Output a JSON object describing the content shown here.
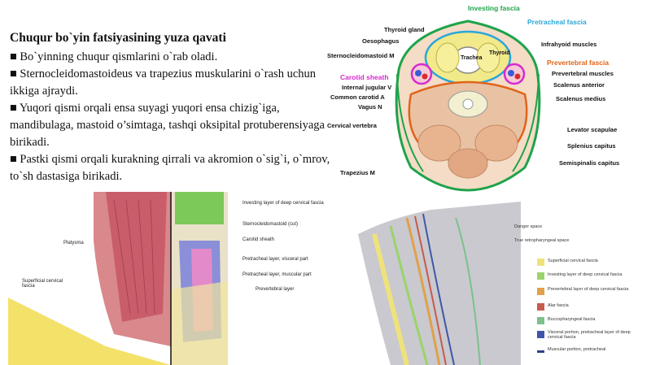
{
  "text": {
    "title": "Chuqur bo`yin fatsiyasining yuza qavati",
    "bullets": [
      "■ Bo`yinning chuqur qismlarini o`rab oladi.",
      "■ Sternocleidomastoideus va trapezius muskularini o`rash uchun ikkiga ajraydi.",
      "■ Yuqori qismi orqali ensa suyagi yuqori ensa chizig`iga, mandibulaga, mastoid o’simtaga, tashqi oksipital protuberensiyaga birikadi.",
      "■ Pastki qismi orqali kurakning qirrali va akromion o`sig`i, o`mrov, to`sh dastasiga birikadi."
    ]
  },
  "cross_section": {
    "top_labels": {
      "investing": "Investing fascia",
      "pretracheal": "Pretracheal fascia"
    },
    "left_labels": {
      "thyroid": "Thyroid gland",
      "oesophagus": "Oesophagus",
      "scm": "Sternocleidomastoid M",
      "carotid_sheath": "Carotid sheath",
      "ijv": "Internal jugular V",
      "cca": "Common carotid A",
      "vagus": "Vagus N",
      "vertebra": "Cervical vertebra",
      "trapezius": "Trapezius M"
    },
    "inner_labels": {
      "trachea": "Trachea",
      "thyroid_inner": "Thyroid"
    },
    "right_labels": {
      "infrahyoid": "Infrahyoid muscles",
      "prevertebral_fascia": "Prevertebral fascia",
      "prevertebral_muscles": "Prevertebral muscles",
      "scalenus_anterior": "Scalenus anterior",
      "scalenus_medius": "Scalenus medius",
      "levator": "Levator scapulae",
      "splenius": "Splenius capitus",
      "semispinalis": "Semispinalis capitus"
    },
    "colors": {
      "investing": "#1fa34a",
      "pretracheal": "#2aa6d9",
      "prevertebral": "#e0641b",
      "carotid": "#d62ad0"
    }
  },
  "anterior_view": {
    "labels": {
      "platysma": "Platysma",
      "superficial": "Superficial cervical fascia",
      "investing_deep": "Investing layer of deep cervical fascia",
      "scm_cut": "Sternocleidomastoid (cut)",
      "carotid_sheath": "Carotid sheath",
      "pretracheal_visceral": "Pretracheal layer, visceral part",
      "pretracheal_muscular": "Pretracheal layer, muscular part",
      "prevertebral": "Prevertebral layer"
    }
  },
  "sagittal_view": {
    "labels": {
      "danger": "Danger space",
      "retro": "True retropharyngeal space"
    },
    "legend": [
      {
        "label": "Superficial cervical fascia",
        "color": "#efe27a"
      },
      {
        "label": "Investing layer of deep cervical fascia",
        "color": "#9bd36a"
      },
      {
        "label": "Prevertebral layer of deep cervical fascia",
        "color": "#e1a04a"
      },
      {
        "label": "Alar fascia",
        "color": "#c75b4c"
      },
      {
        "label": "Buccopharyngeal fascia",
        "color": "#7cc28a"
      },
      {
        "label": "Visceral portion, pretracheal layer of deep cervical fascia",
        "color": "#3f56a8"
      },
      {
        "label": "Muscular portion, pretracheal",
        "color": "#2f3f87"
      }
    ]
  }
}
